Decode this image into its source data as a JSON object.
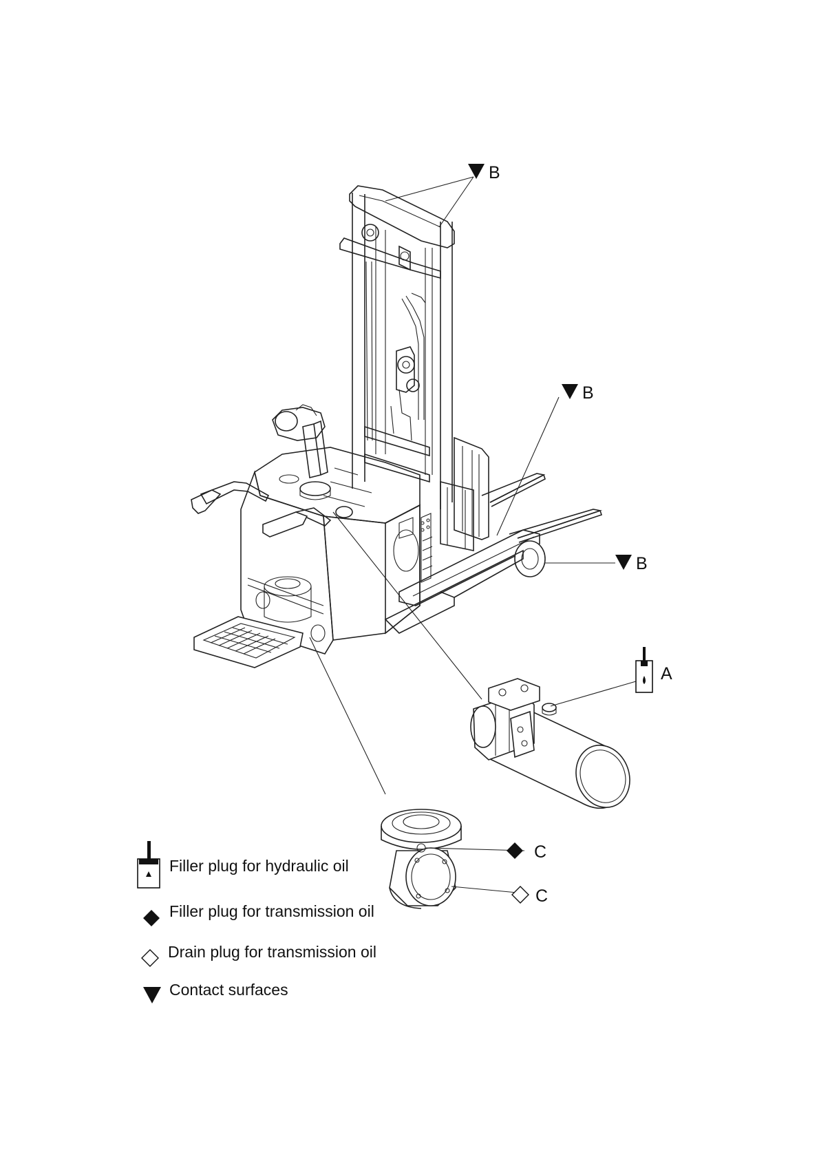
{
  "callouts": {
    "b_top": "B",
    "b_mid": "B",
    "b_low": "B",
    "a": "A",
    "c_fill": "C",
    "c_drain": "C"
  },
  "legend": {
    "hydraulic_filler": "Filler plug for hydraulic oil",
    "transmission_filler": "Filler plug for transmission oil",
    "transmission_drain": "Drain plug for transmission oil",
    "contact_surfaces": "Contact surfaces"
  },
  "icons": {
    "hydraulic_filler": "filler-plug-hydraulic-icon",
    "transmission_filler": "filled-diamond-icon",
    "transmission_drain": "hollow-diamond-icon",
    "contact_surfaces": "filled-triangle-down-icon"
  }
}
